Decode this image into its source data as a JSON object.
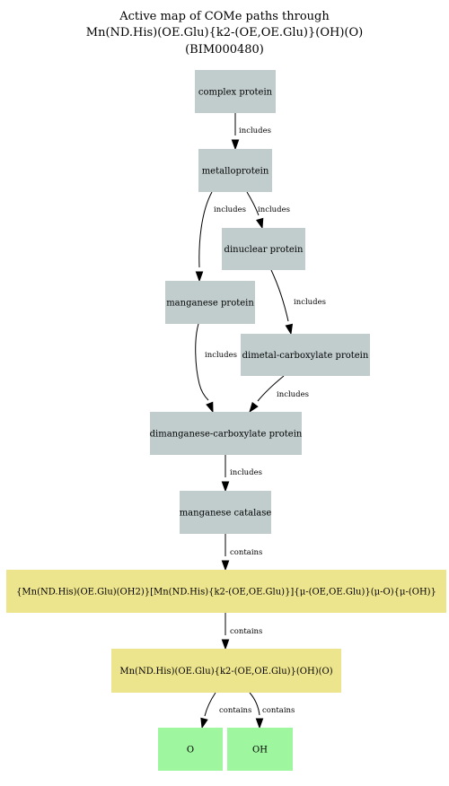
{
  "title": {
    "lines": [
      "Active map of COMe paths through",
      "Mn(ND.His)(OE.Glu){k2-(OE,OE.Glu)}(OH)(O)",
      "(BIM000480)"
    ]
  },
  "colors": {
    "category": "#c1cccc",
    "complex": "#ede48e",
    "ligand": "#9ef79e"
  },
  "nodes": [
    {
      "id": "complex-protein",
      "label": "complex protein",
      "kind": "category"
    },
    {
      "id": "metalloprotein",
      "label": "metalloprotein",
      "kind": "category"
    },
    {
      "id": "dinuclear-protein",
      "label": "dinuclear protein",
      "kind": "category"
    },
    {
      "id": "manganese-protein",
      "label": "manganese protein",
      "kind": "category"
    },
    {
      "id": "dimetal-carboxylate-protein",
      "label": "dimetal-carboxylate protein",
      "kind": "category"
    },
    {
      "id": "dimanganese-carboxylate-protein",
      "label": "dimanganese-carboxylate protein",
      "kind": "category"
    },
    {
      "id": "manganese-catalase",
      "label": "manganese catalase",
      "kind": "category"
    },
    {
      "id": "dimanganese-complex",
      "label": "{Mn(ND.His)(OE.Glu)(OH2)}[Mn(ND.His){k2-(OE,OE.Glu)}]{μ-(OE,OE.Glu)}(μ-O){μ-(OH)}",
      "kind": "complex"
    },
    {
      "id": "manganese-site",
      "label": "Mn(ND.His)(OE.Glu){k2-(OE,OE.Glu)}(OH)(O)",
      "kind": "complex"
    },
    {
      "id": "oxo-ligand",
      "label": "O",
      "kind": "ligand"
    },
    {
      "id": "hydroxo-ligand",
      "label": "OH",
      "kind": "ligand"
    }
  ],
  "edges": [
    {
      "from": "complex-protein",
      "to": "metalloprotein",
      "label": "includes"
    },
    {
      "from": "metalloprotein",
      "to": "manganese-protein",
      "label": "includes"
    },
    {
      "from": "metalloprotein",
      "to": "dinuclear-protein",
      "label": "includes"
    },
    {
      "from": "dinuclear-protein",
      "to": "dimetal-carboxylate-protein",
      "label": "includes"
    },
    {
      "from": "manganese-protein",
      "to": "dimanganese-carboxylate-protein",
      "label": "includes"
    },
    {
      "from": "dimetal-carboxylate-protein",
      "to": "dimanganese-carboxylate-protein",
      "label": "includes"
    },
    {
      "from": "dimanganese-carboxylate-protein",
      "to": "manganese-catalase",
      "label": "includes"
    },
    {
      "from": "manganese-catalase",
      "to": "dimanganese-complex",
      "label": "contains"
    },
    {
      "from": "dimanganese-complex",
      "to": "manganese-site",
      "label": "contains"
    },
    {
      "from": "manganese-site",
      "to": "oxo-ligand",
      "label": "contains"
    },
    {
      "from": "manganese-site",
      "to": "hydroxo-ligand",
      "label": "contains"
    }
  ]
}
